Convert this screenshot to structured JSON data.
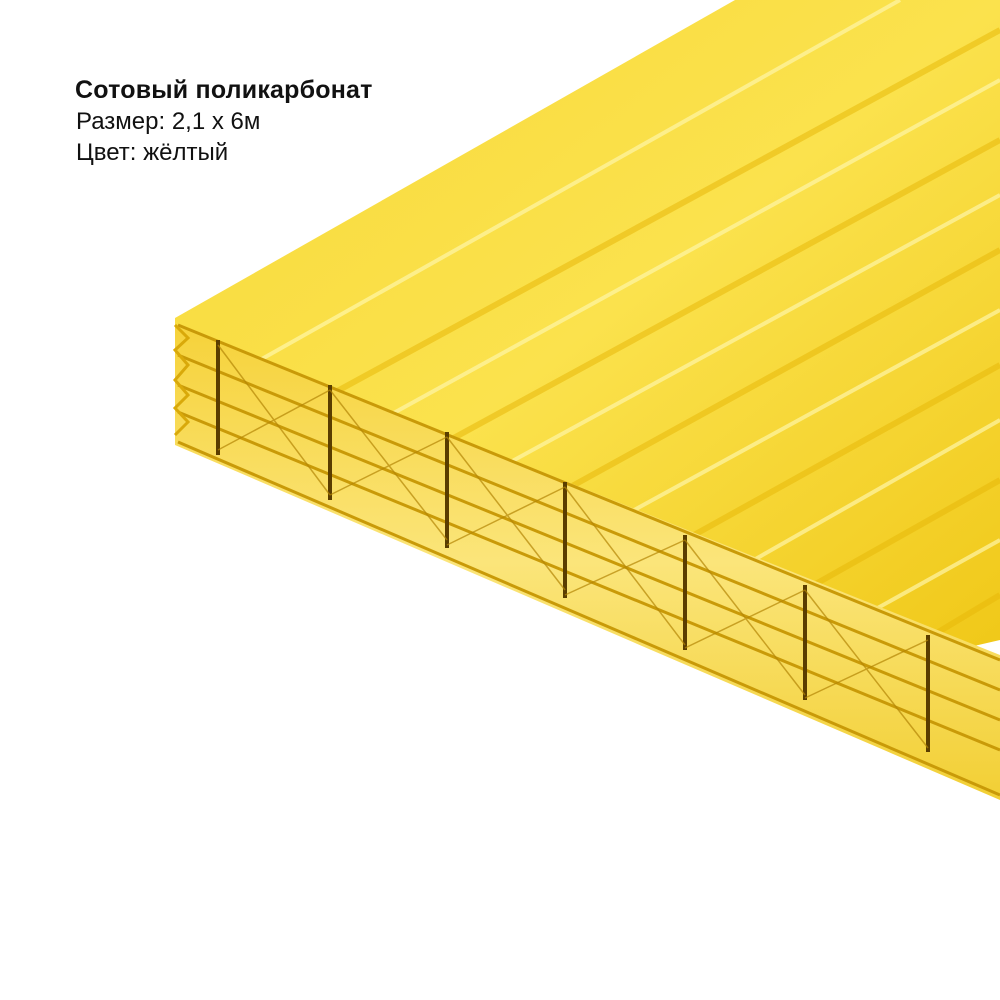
{
  "product": {
    "title": "Сотовый поликарбонат",
    "size_line": "Размер: 2,1 х 6м",
    "color_line": "Цвет: жёлтый"
  },
  "image": {
    "icon": "polycarbonate-sheet-image",
    "colors": {
      "sheet_light": "#fbe64a",
      "sheet_mid": "#f2cc1c",
      "sheet_dark": "#d9a90a",
      "edge_dark": "#6b4a00"
    }
  }
}
